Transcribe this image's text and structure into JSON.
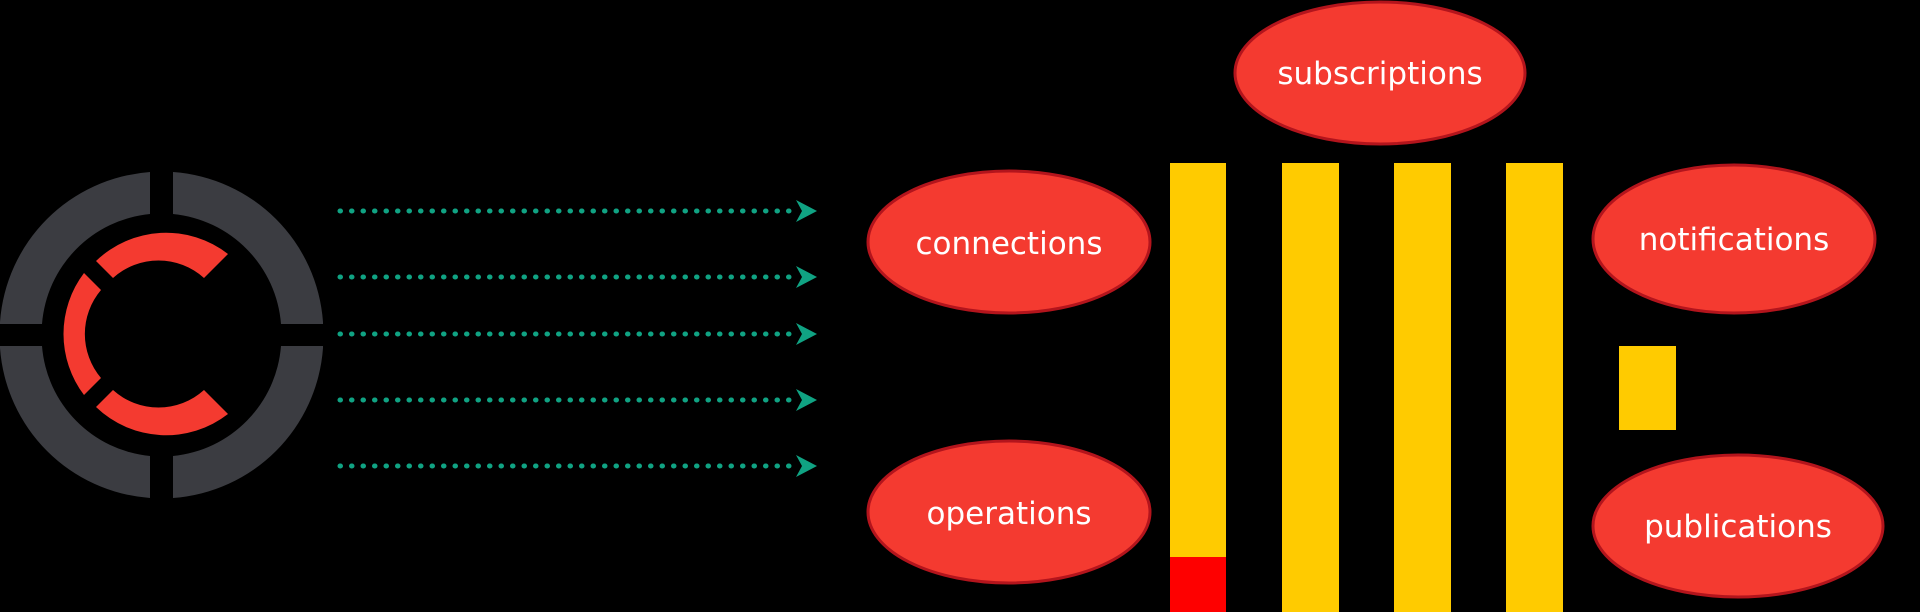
{
  "colors": {
    "background": "#000000",
    "ring": "#3b3c41",
    "logo_accent": "#f43a30",
    "arrow": "#10a383",
    "bubble_fill": "#f43a30",
    "bubble_stroke": "#b3141c",
    "bubble_text": "#ffffff",
    "column": "#ffcb00",
    "column_alert": "#fe0000"
  },
  "logo": {
    "icon": "logo-ring-c-icon"
  },
  "arrows": {
    "count": 5,
    "icon": "dotted-arrow-icon"
  },
  "bubbles": {
    "subscriptions": "subscriptions",
    "connections": "connections",
    "notifications": "notifications",
    "operations": "operations",
    "publications": "publications"
  },
  "columns": {
    "count": 4
  }
}
